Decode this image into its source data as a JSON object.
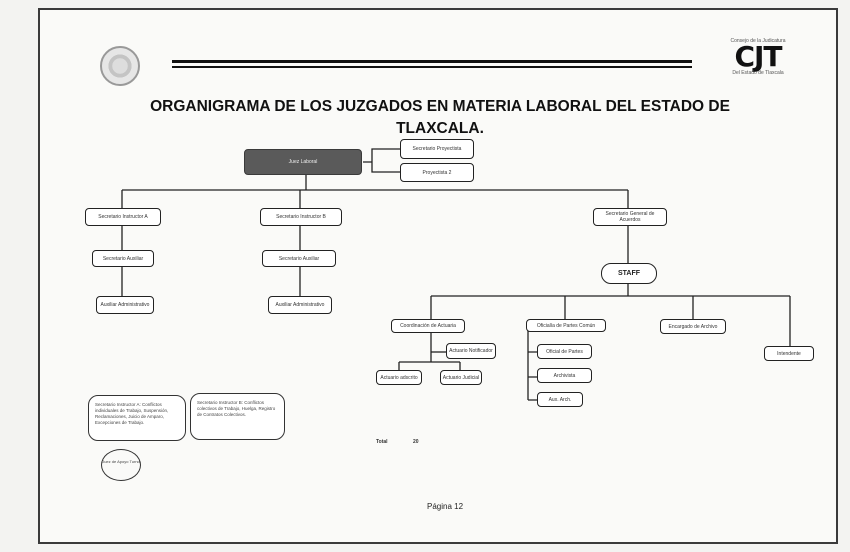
{
  "header": {
    "seal_icon": "state-seal",
    "logo": {
      "caption_top": "Consejo de la Judicatura",
      "mark": "CJT",
      "caption_bottom": "Del Estado de Tlaxcala"
    }
  },
  "title": {
    "line1": "ORGANIGRAMA DE LOS JUZGADOS EN MATERIA LABORAL DEL ESTADO DE",
    "line2": "TLAXCALA."
  },
  "org": {
    "top": "Juez Laboral",
    "top_side_1": "Secretario Proyectista",
    "top_side_2": "Proyectista 2",
    "branch_a": "Secretario Instructor A",
    "branch_b": "Secretario Instructor B",
    "branch_c": "Secretario General de Acuerdos",
    "aux_a": "Secretario Auxiliar",
    "aux_b": "Secretario Auxiliar",
    "admin_a": "Auxiliar Administrativo",
    "admin_b": "Auxiliar Administrativo",
    "staff": "STAFF",
    "coord": "Coordinación de Actuaria",
    "coord_side": "Actuario Notificador",
    "coord_sub_1": "Actuario adscrito",
    "coord_sub_2": "Actuario Judicial",
    "oficialia": "Oficialía de Partes Común",
    "ofi_sub_1": "Oficial de Partes",
    "ofi_sub_2": "Archivista",
    "ofi_sub_3": "Aux. Arch.",
    "archivo": "Encargado de Archivo",
    "intendente": "Intendente"
  },
  "notes": {
    "left": "Secretario Instructor A: Conflictos individuales de Trabajo, Suspensión, Reclamaciones, Juicio de Amparo, Excepciones de Trabajo.",
    "right": "Secretario Instructor B: Conflictos colectivos de Trabajo, Huelga, Registro de Contratos Colectivos.",
    "oval": "Juez de Apoyo Turno",
    "mid_label_1": "Total",
    "mid_label_2": "20"
  },
  "footer": {
    "page": "Página 12"
  }
}
